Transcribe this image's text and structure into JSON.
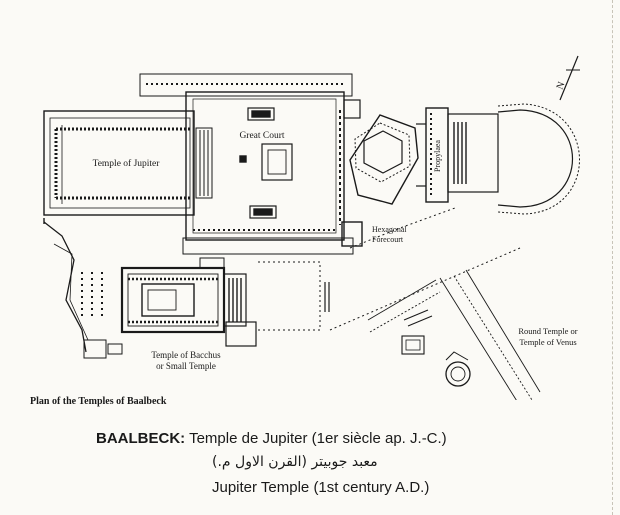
{
  "plan": {
    "labels": {
      "temple_jupiter": "Temple of Jupiter",
      "great_court": "Great Court",
      "hexagonal_1": "Hexagonal",
      "hexagonal_2": "Forecourt",
      "propylaea": "Propylaea",
      "bacchus_1": "Temple of Bacchus",
      "bacchus_2": "or Small Temple",
      "round_1": "Round Temple or",
      "round_2": "Temple of Venus",
      "north": "N"
    },
    "caption": "Plan of the Temples of Baalbeck"
  },
  "caption": {
    "heading": "BAALBECK:",
    "french": "Temple de Jupiter (1er siècle ap. J.-C.)",
    "arabic": "معبد جوبيتر (القرن الاول م.)",
    "english": "Jupiter Temple (1st century A.D.)"
  },
  "colors": {
    "ink": "#1a1a1a",
    "paper": "#fbfaf6"
  }
}
